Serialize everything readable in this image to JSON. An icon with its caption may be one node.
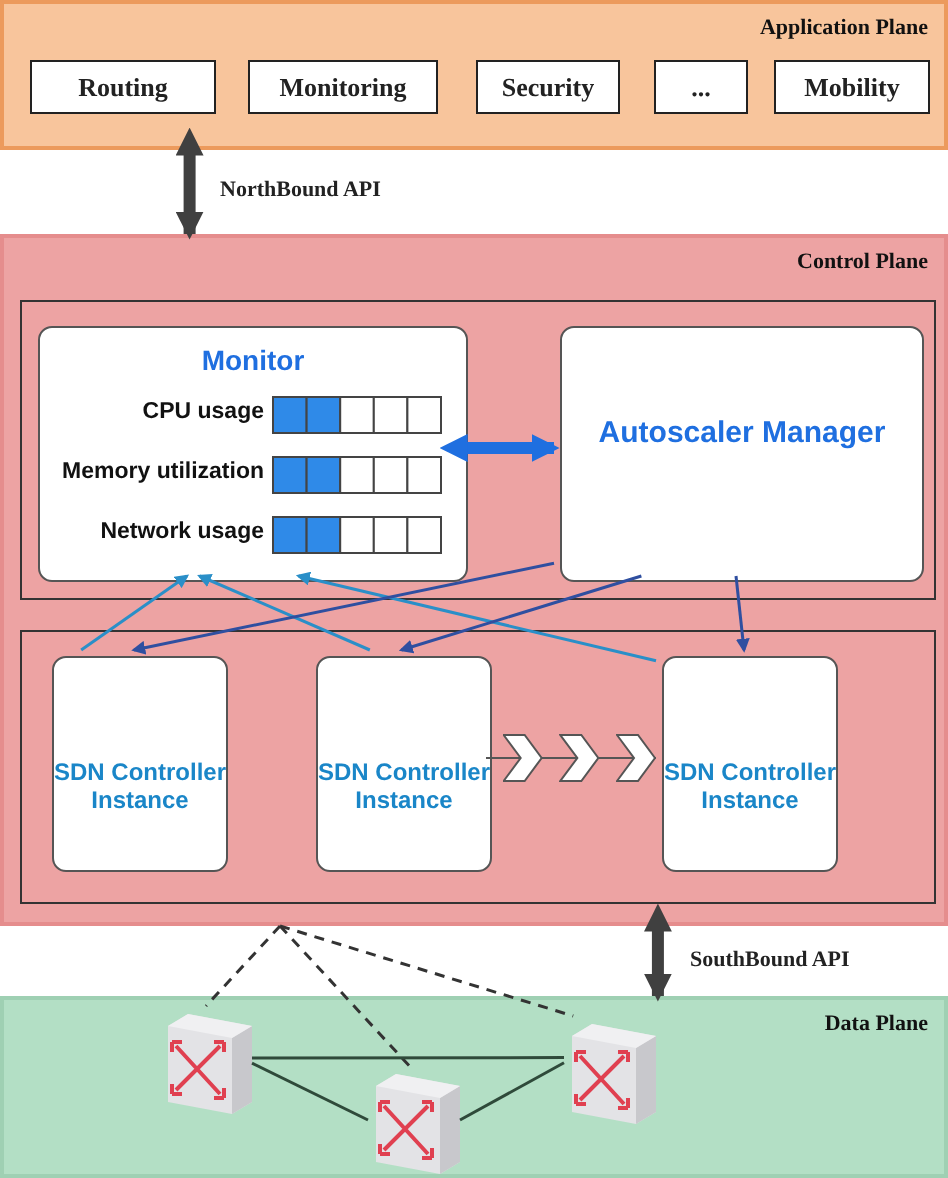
{
  "diagram": {
    "nodes": [
      {
        "text": [
          "Application Plane"
        ]
      },
      {
        "text": [
          "Routing"
        ],
        "in": 0
      },
      {
        "text": [
          "Monitoring"
        ],
        "in": 0
      },
      {
        "text": [
          "Security"
        ],
        "in": 0
      },
      {
        "text": [
          "..."
        ],
        "in": 0
      },
      {
        "text": [
          "Mobility"
        ],
        "in": 0
      },
      {
        "text": [
          "Control Plane"
        ]
      },
      {
        "text": [],
        "shape": "box",
        "in": 6
      },
      {
        "text": [
          "Monitor",
          "CPU usage",
          "Memory utilization",
          "Network usage"
        ],
        "in": 7
      },
      {
        "text": [
          "Autoscaler Manager"
        ],
        "in": 7
      },
      {
        "text": [],
        "shape": "box",
        "in": 6
      },
      {
        "text": [
          "SDN Controller Instance"
        ],
        "in": 10
      },
      {
        "text": [
          "SDN Controller Instance"
        ],
        "in": 10
      },
      {
        "text": [
          "SDN Controller Instance"
        ],
        "in": 10
      },
      {
        "text": [
          "Data Plane"
        ]
      },
      {
        "text": [],
        "shape": "picture",
        "in": 14
      },
      {
        "text": [],
        "shape": "picture",
        "in": 14
      },
      {
        "text": [],
        "shape": "picture",
        "in": 14
      }
    ],
    "edges": [
      {
        "from": 0,
        "to": 6,
        "arrow": "both",
        "label": "NorthBound API",
        "style": "thick",
        "color": "#404040"
      },
      {
        "from": 8,
        "to": 9,
        "arrow": "both",
        "style": "thick",
        "color": "#1f6fe0"
      },
      {
        "from": 11,
        "to": 8,
        "arrow": "to",
        "color": "#2a8fc8"
      },
      {
        "from": 12,
        "to": 8,
        "arrow": "to",
        "color": "#2a8fc8"
      },
      {
        "from": 13,
        "to": 8,
        "arrow": "to",
        "color": "#2a8fc8"
      },
      {
        "from": 9,
        "to": 11,
        "arrow": "to",
        "color": "#2f4fa0"
      },
      {
        "from": 9,
        "to": 12,
        "arrow": "to",
        "color": "#2f4fa0"
      },
      {
        "from": 9,
        "to": 13,
        "arrow": "to",
        "color": "#2f4fa0"
      },
      {
        "from": 6,
        "to": 14,
        "arrow": "both",
        "label": "SouthBound API",
        "style": "thick",
        "color": "#404040"
      },
      {
        "from": 6,
        "to": 15,
        "arrow": "none",
        "style": "dashed",
        "color": "#333333"
      },
      {
        "from": 6,
        "to": 16,
        "arrow": "none",
        "style": "dashed",
        "color": "#333333"
      },
      {
        "from": 6,
        "to": 17,
        "arrow": "none",
        "style": "dashed",
        "color": "#333333"
      },
      {
        "from": 15,
        "to": 17,
        "arrow": "none",
        "color": "#2f4a3a"
      },
      {
        "from": 15,
        "to": 16,
        "arrow": "none",
        "color": "#2f4a3a"
      },
      {
        "from": 16,
        "to": 17,
        "arrow": "none",
        "color": "#2f4a3a"
      },
      {
        "from": 12,
        "to": 13,
        "arrow": "to",
        "color": "#555555"
      }
    ]
  }
}
